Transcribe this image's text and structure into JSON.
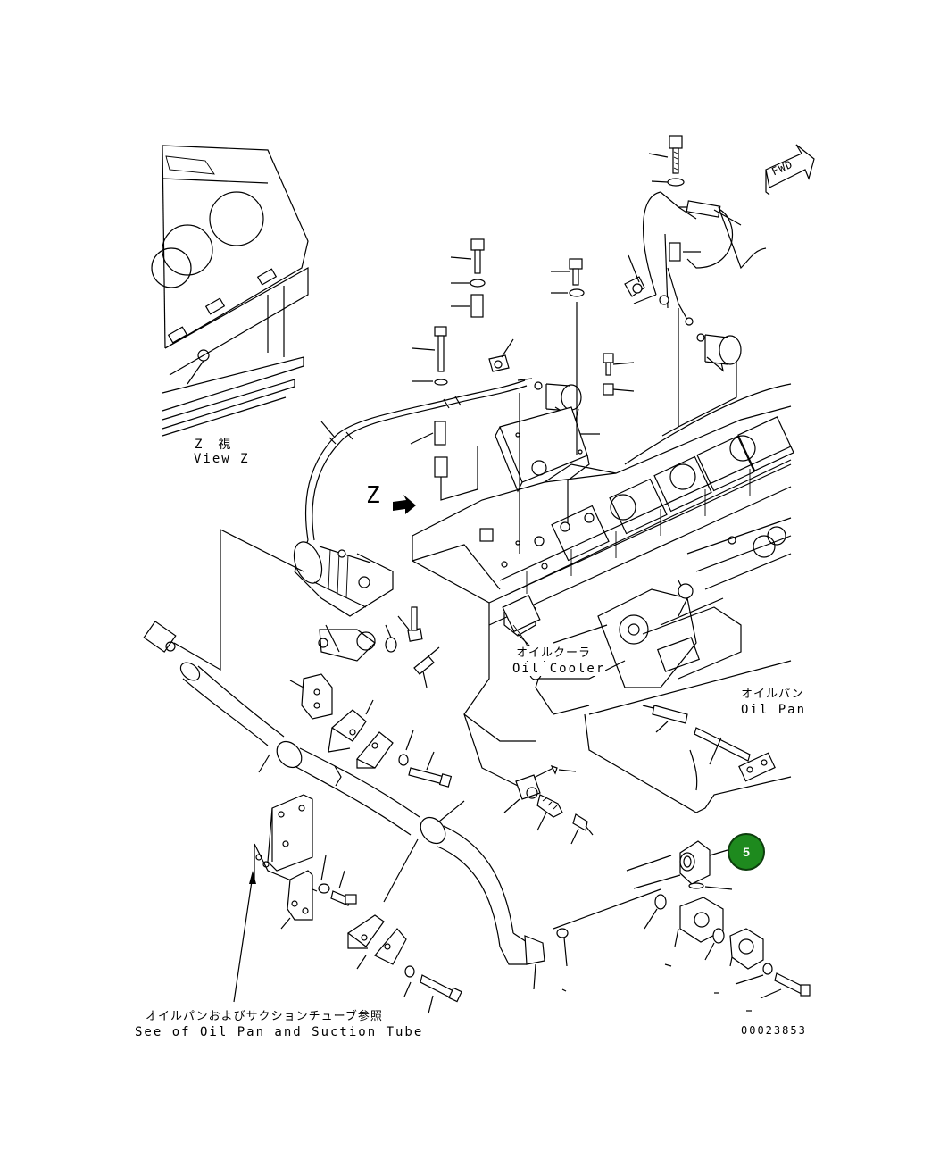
{
  "labels": {
    "view_z_jp": "Z　視",
    "view_z_en": "View Z",
    "z_marker": "Z",
    "fwd": "FWD",
    "oil_cooler_jp": "オイルクーラ",
    "oil_cooler_en": "Oil Cooler",
    "oil_pan_jp": "オイルパン",
    "oil_pan_en": "Oil Pan",
    "see_oil_pan_jp": "オイルパンおよびサクションチューブ参照",
    "see_oil_pan_en": "See of Oil Pan and Suction Tube",
    "drawing_number": "00023853"
  },
  "callout": {
    "number": "5",
    "color": "#1e8a1e"
  }
}
